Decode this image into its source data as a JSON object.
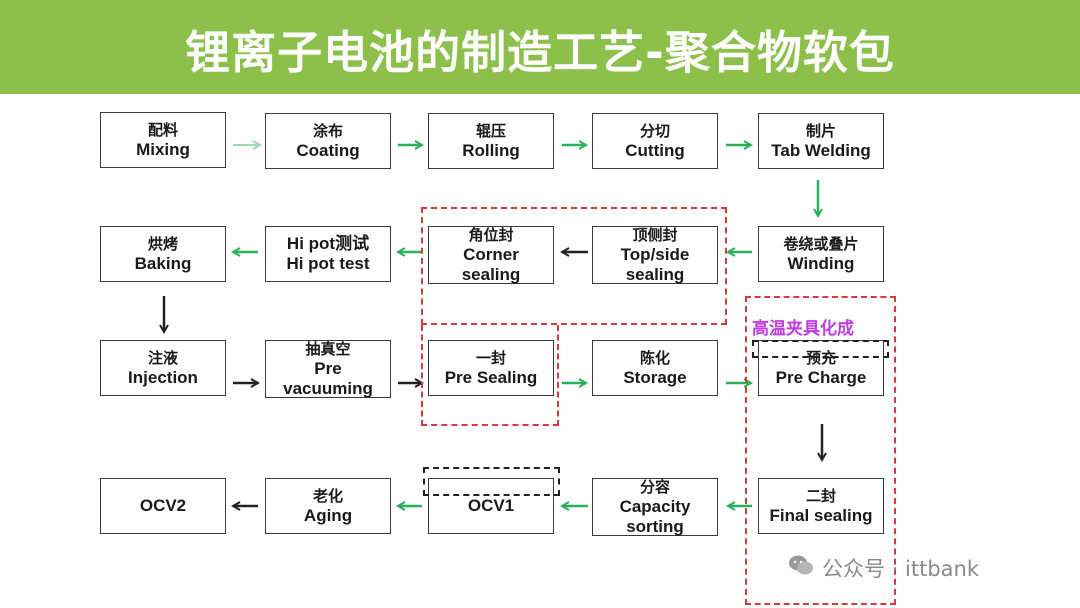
{
  "title": "锂离子电池的制造工艺-聚合物软包",
  "steps": [
    {
      "zh": "配料",
      "en": "Mixing"
    },
    {
      "zh": "涂布",
      "en": "Coating"
    },
    {
      "zh": "辊压",
      "en": "Rolling"
    },
    {
      "zh": "分切",
      "en": "Cutting"
    },
    {
      "zh": "制片",
      "en": "Tab Welding"
    },
    {
      "zh": "卷绕或叠片",
      "en": "Winding"
    },
    {
      "zh": "顶侧封",
      "en": "Top/side",
      "en2": "sealing"
    },
    {
      "zh": "角位封",
      "en": "Corner",
      "en2": "sealing"
    },
    {
      "zh": "Hi pot测试",
      "en": "Hi pot test"
    },
    {
      "zh": "烘烤",
      "en": "Baking"
    },
    {
      "zh": "注液",
      "en": "Injection"
    },
    {
      "zh": "抽真空",
      "en": "Pre",
      "en2": "vacuuming"
    },
    {
      "zh": "一封",
      "en": "Pre Sealing"
    },
    {
      "zh": "陈化",
      "en": "Storage"
    },
    {
      "zh": "预充",
      "en": "Pre Charge"
    },
    {
      "zh": "二封",
      "en": "Final sealing"
    },
    {
      "zh": "分容",
      "en": "Capacity",
      "en2": "sorting"
    },
    {
      "en": "OCV1"
    },
    {
      "zh": "老化",
      "en": "Aging"
    },
    {
      "en": "OCV2"
    }
  ],
  "annotation": "高温夹具化成",
  "watermark": "公众号 · ittbank",
  "colors": {
    "banner": "#8cc04b",
    "arrow_green": "#2bb05a",
    "arrow_black": "#222222",
    "dash_red": "#d83a3a",
    "annotation": "#c13de0"
  }
}
